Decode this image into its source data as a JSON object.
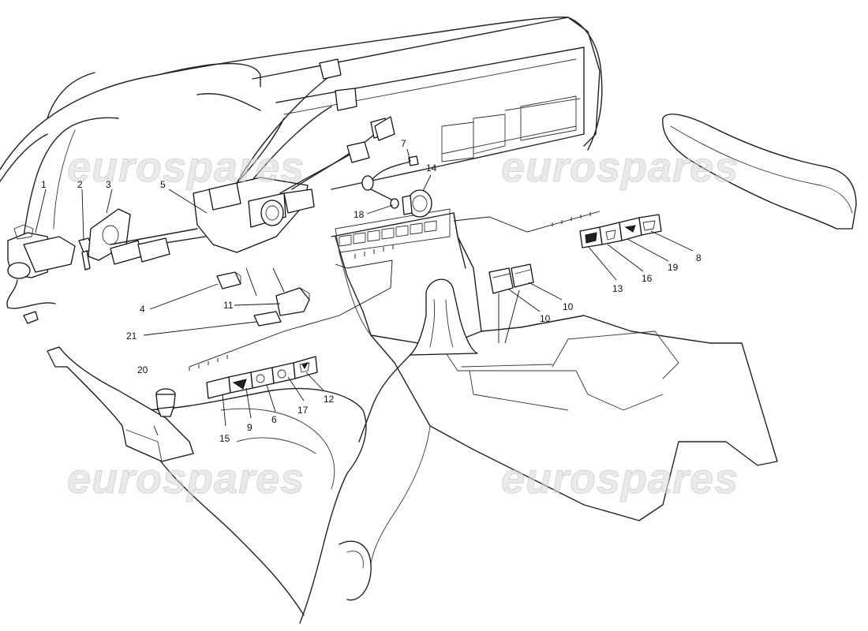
{
  "watermark_text": "eurospares",
  "colors": {
    "line": "#222222",
    "watermark": "#d9d9d9",
    "background": "#ffffff"
  },
  "callouts": [
    {
      "id": "c1",
      "label": "1"
    },
    {
      "id": "c2",
      "label": "2"
    },
    {
      "id": "c3",
      "label": "3"
    },
    {
      "id": "c5",
      "label": "5"
    },
    {
      "id": "c7",
      "label": "7"
    },
    {
      "id": "c14",
      "label": "14"
    },
    {
      "id": "c18",
      "label": "18"
    },
    {
      "id": "c4",
      "label": "4"
    },
    {
      "id": "c11",
      "label": "11"
    },
    {
      "id": "c21",
      "label": "21"
    },
    {
      "id": "c20",
      "label": "20"
    },
    {
      "id": "c15",
      "label": "15"
    },
    {
      "id": "c9",
      "label": "9"
    },
    {
      "id": "c6",
      "label": "6"
    },
    {
      "id": "c17",
      "label": "17"
    },
    {
      "id": "c12",
      "label": "12"
    },
    {
      "id": "c13",
      "label": "13"
    },
    {
      "id": "c16",
      "label": "16"
    },
    {
      "id": "c19",
      "label": "19"
    },
    {
      "id": "c8",
      "label": "8"
    },
    {
      "id": "c10a",
      "label": "10"
    },
    {
      "id": "c10b",
      "label": "10"
    }
  ]
}
